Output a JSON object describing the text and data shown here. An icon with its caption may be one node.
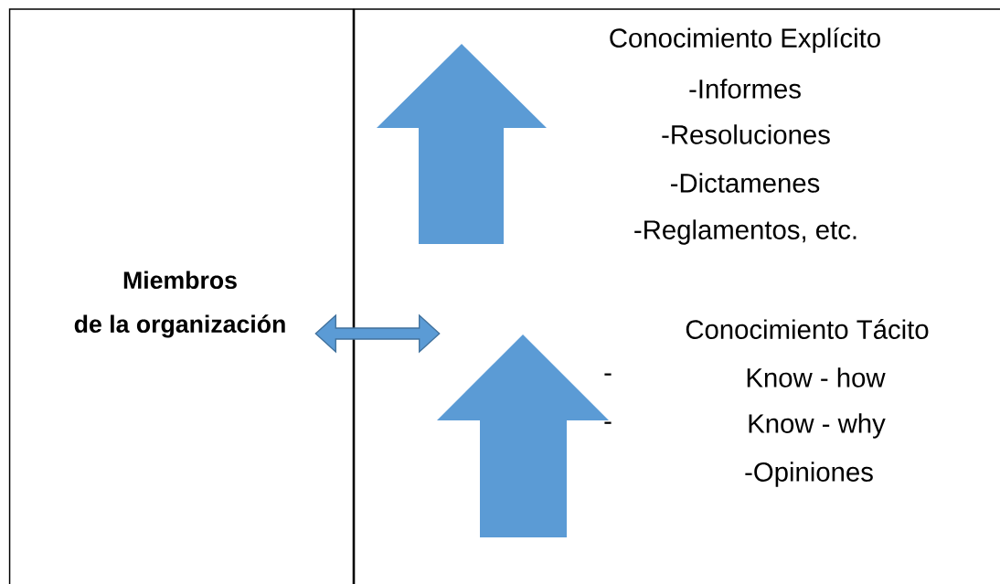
{
  "diagram": {
    "nodes": [
      {
        "text": [
          "Miembros",
          "de la organización"
        ]
      },
      {
        "text": [
          "Conocimiento Explícito",
          "-Informes",
          "-Resoluciones",
          "-Dictamenes",
          "-Reglamentos, etc.",
          "Conocimiento Tácito",
          "-",
          "Know - how",
          "-",
          "Know - why",
          "-Opiniones"
        ]
      }
    ],
    "edges": [
      {
        "from": 0,
        "to": 1,
        "arrow": "both"
      }
    ]
  }
}
